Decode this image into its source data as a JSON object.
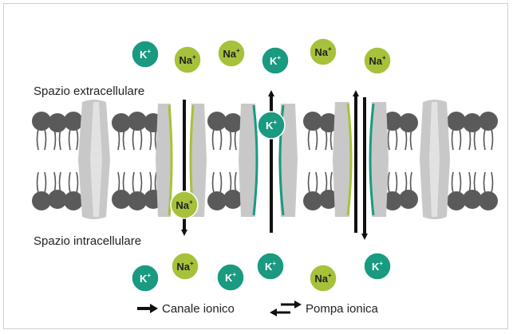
{
  "labels": {
    "extracellular": "Spazio extracellulare",
    "intracellular": "Spazio intracellulare"
  },
  "legend": {
    "channel_label": "Canale ionico",
    "pump_label": "Pompa ionica"
  },
  "ions": {
    "potassium": {
      "symbol": "K",
      "charge": "+",
      "color": "#1a9a80"
    },
    "sodium": {
      "symbol": "Na",
      "charge": "+",
      "color": "#a6c23b"
    }
  },
  "colors": {
    "head": "#5a5a5a",
    "protein": "#c8c8c8",
    "protein_light": "#dcdcdc",
    "sodium_line": "#a6c23b",
    "potassium_line": "#1a9a80",
    "arrow": "#111111"
  }
}
